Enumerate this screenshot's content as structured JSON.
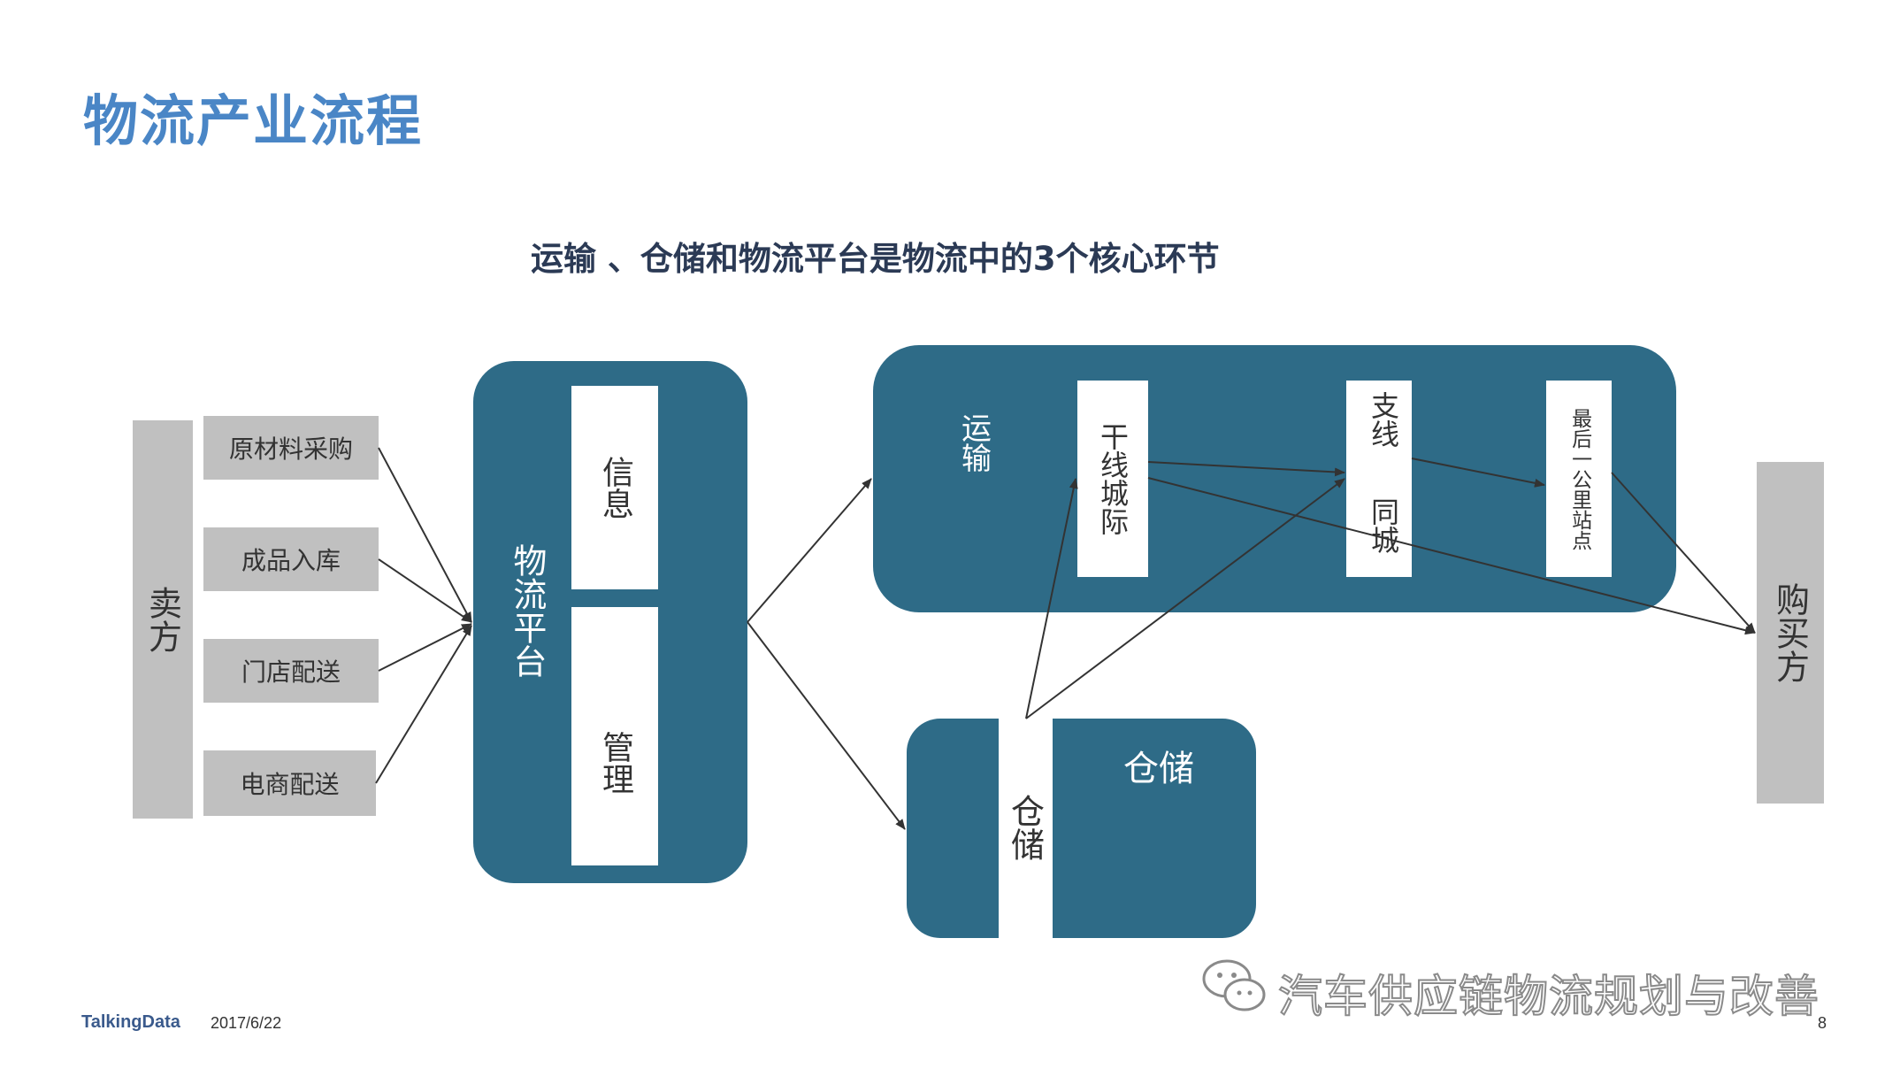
{
  "title": "物流产业流程",
  "subtitle": "运输 、仓储和物流平台是物流中的3个核心环节",
  "seller": "卖方",
  "buyer": "购买方",
  "seller_items": [
    "原材料采购",
    "成品入库",
    "门店配送",
    "电商配送"
  ],
  "platform": {
    "label": "物流平台",
    "info": "信息",
    "manage": "管理"
  },
  "transport": {
    "label": "运输",
    "trunk": "干线城际",
    "branch_top": "支线",
    "branch_bottom": "同城",
    "last_mile": "最后一公里站点"
  },
  "storage": {
    "side_label": "仓储",
    "label": "仓储"
  },
  "footer": {
    "brand": "TalkingData",
    "date": "2017/6/22",
    "page": "8"
  },
  "watermark": "汽车供应链物流规划与改善",
  "colors": {
    "title": "#4a86c6",
    "teal": "#2e6b87",
    "grey": "#c0c0c0"
  }
}
